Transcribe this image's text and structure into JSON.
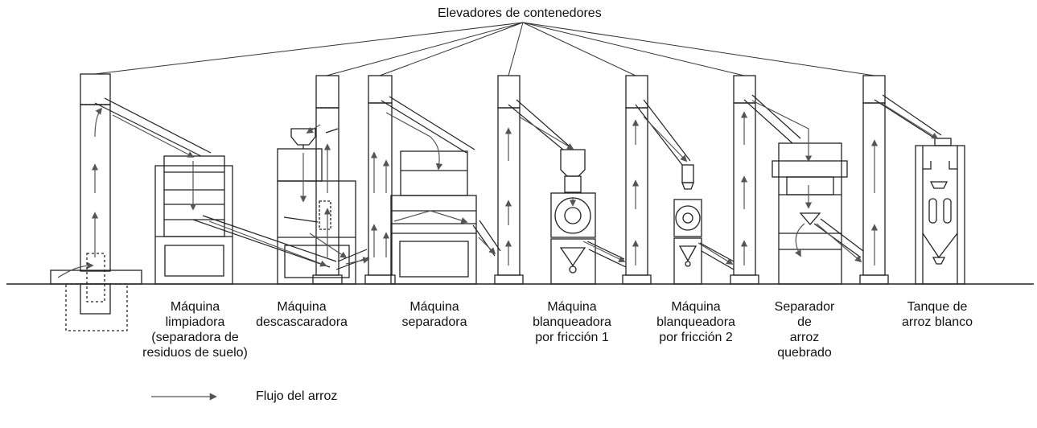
{
  "title": "Elevadores de contenedores",
  "machines": [
    {
      "label": "Máquina\nlimpiadora\n(separadora de\nresiduos de suelo)"
    },
    {
      "label": "Máquina\ndescascaradora"
    },
    {
      "label": "Máquina\nseparadora"
    },
    {
      "label": "Máquina\nblanqueadora\npor fricción 1"
    },
    {
      "label": "Máquina\nblanqueadora\npor fricción 2"
    },
    {
      "label": "Separador\nde\narroz\nquebrado"
    },
    {
      "label": "Tanque de\narroz blanco"
    }
  ],
  "legend": {
    "label": "Flujo del arroz"
  },
  "colors": {
    "line": "#222222",
    "flow": "#555555"
  }
}
